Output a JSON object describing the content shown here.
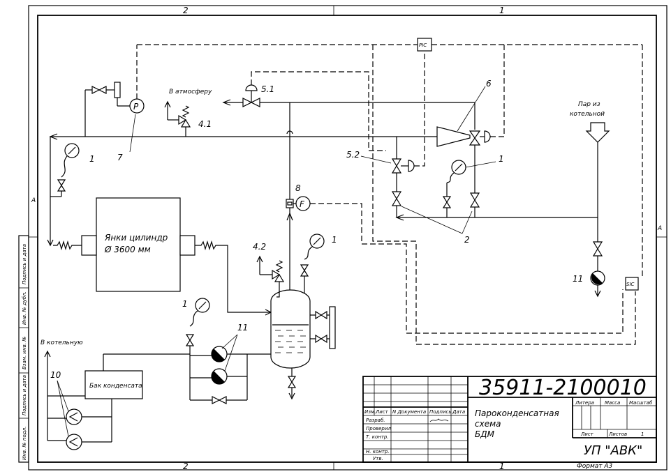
{
  "frame": {
    "zone_top_left": "2",
    "zone_top_right": "1",
    "zone_bottom_left": "2",
    "zone_bottom_right": "1",
    "zone_left": "A",
    "zone_right": "A",
    "side_stamps": [
      "Подпись и дата",
      "Инв. № дубл.",
      "Взам. инв. №",
      "Подпись и дата",
      "Инв. № подл."
    ]
  },
  "equipment": {
    "cylinder_line1": "Янки цилиндр",
    "cylinder_line2": "Ø 3600 мм",
    "condensate_tank": "Бак конденсата"
  },
  "annotations": {
    "to_atmosphere": "В атмосферу",
    "steam_from_1": "Пар из",
    "steam_from_2": "котельной",
    "to_boiler": "В котельную"
  },
  "instruments": {
    "pic": "PIC",
    "sic": "SIC",
    "p_gauge": "P",
    "f_meter": "F"
  },
  "callouts": {
    "n1": "1",
    "n2": "2",
    "n4_1": "4.1",
    "n4_2": "4.2",
    "n5_1": "5.1",
    "n5_2": "5.2",
    "n6": "6",
    "n7": "7",
    "n8": "8",
    "n10": "10",
    "n11": "11"
  },
  "title_block": {
    "doc_number": "35911-2100010",
    "title_line1": "Пароконденсатная",
    "title_line2": "схема",
    "title_line3": "БДМ",
    "company": "УП \"АВК\"",
    "format": "Формат А3",
    "col_izm": "Изм.",
    "col_list": "Лист",
    "col_doc": "N Документа",
    "col_sign": "Подпись",
    "col_date": "Дата",
    "row_razrab": "Разраб.",
    "row_prover": "Проверил",
    "row_tkontr": "Т. контр.",
    "row_nkontr": "Н. контр.",
    "row_utv": "Утв.",
    "litera": "Литера",
    "massa": "Масса",
    "masshtab": "Масштаб",
    "sheet": "Лист",
    "sheets": "Листов",
    "sheets_value": "1"
  }
}
